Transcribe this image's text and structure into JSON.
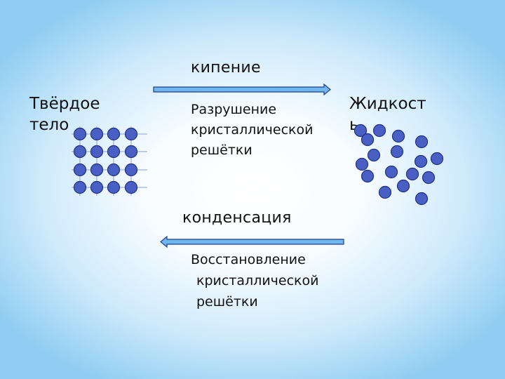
{
  "top": {
    "process": "кипение",
    "description": [
      "Разрушение",
      "кристаллической",
      "решётки"
    ]
  },
  "bottom": {
    "process": "конденсация",
    "description": [
      "Восстановление",
      "кристаллической",
      "решётки"
    ]
  },
  "states": {
    "solid": [
      "Твёрдое",
      "тело"
    ],
    "liquid": [
      "Жидкост",
      "ь"
    ]
  },
  "colors": {
    "particle_fill": "#4a5fc4",
    "particle_stroke": "#1f2f86",
    "lattice_line": "#8aa0d8",
    "arrow_fill": "#6fb7ee",
    "arrow_stroke": "#1f3f8f"
  }
}
